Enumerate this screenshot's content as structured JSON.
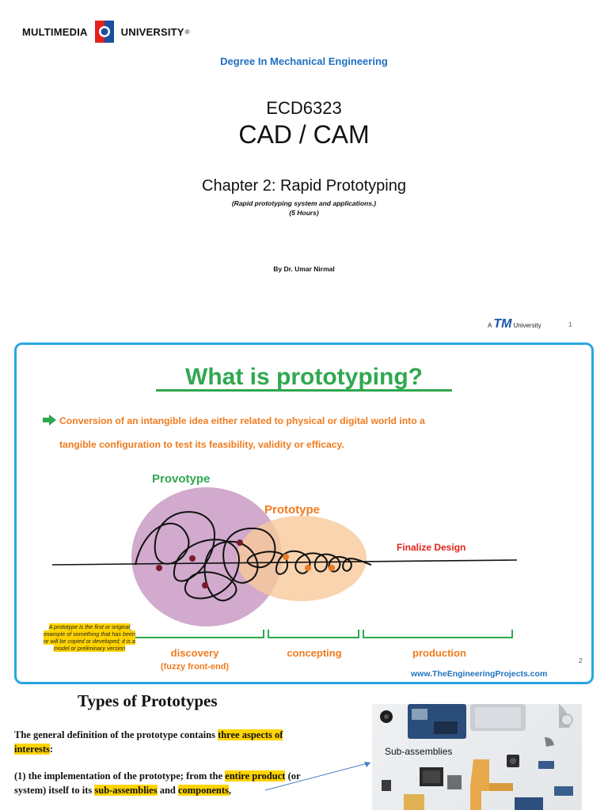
{
  "slide1": {
    "logo_left": "MULTIMEDIA",
    "logo_right": "UNIVERSITY",
    "logo_reg": "®",
    "degree": "Degree In Mechanical Engineering",
    "course_code": "ECD6323",
    "course_name": "CAD / CAM",
    "chapter": "Chapter 2: Rapid Prototyping",
    "subtitle": "(Rapid prototyping system and applications.)",
    "hours": "(5 Hours)",
    "author": "By Dr. Umar Nirmal",
    "tm_prefix": "A",
    "tm_mark": "TM",
    "tm_suffix": "University",
    "page": "1"
  },
  "slide2": {
    "title": "What is prototyping?",
    "bullet_line1": "Conversion of an intangible idea either related to physical or digital world into a",
    "bullet_line2": "tangible configuration to test its feasibility, validity or efficacy.",
    "provotype": "Provotype",
    "prototype": "Prototype",
    "finalize": "Finalize Design",
    "stage_discovery": "discovery",
    "stage_discovery_sub": "(fuzzy front-end)",
    "stage_concepting": "concepting",
    "stage_production": "production",
    "note": "A prototype is the first or original example of something that has been or will be copied or developed; it is a model or preliminary version",
    "page": "2",
    "site": "www.TheEngineeringProjects.com",
    "colors": {
      "title_green": "#2fa84f",
      "accent_orange": "#f07b1e",
      "border_blue": "#29a6e0",
      "provotype_circle": "#c99bc4",
      "prototype_circle": "#f8c99a"
    }
  },
  "slide3": {
    "title": "Types of Prototypes",
    "p1_a": "The general definition of the prototype contains ",
    "p1_hl": "three aspects of interests",
    "p1_b": ":",
    "p2_a": "(1) the implementation of the prototype; from the ",
    "p2_hl1": "entire product",
    "p2_b": " (or system) itself to its ",
    "p2_hl2": "sub-assemblies",
    "p2_c": " and ",
    "p2_hl3": "components",
    "p2_d": ",",
    "image_label": "Sub-assemblies"
  }
}
